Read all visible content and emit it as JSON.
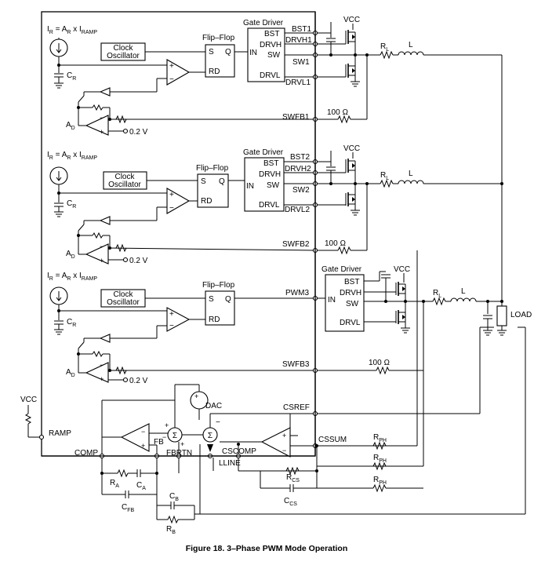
{
  "caption": "Figure 18. 3–Phase PWM Mode Operation",
  "ramp_current_label": "Iₑ = Aₑ x Iₑₑₑₑ",
  "ramp_label_parts": {
    "i": "I",
    "sub_r": "R",
    "eq": " = A",
    "sub_r2": "R",
    "x": " x I",
    "sub_ramp": "RAMP"
  },
  "cr_label": {
    "c": "C",
    "sub": "R"
  },
  "ad_label": {
    "a": "A",
    "sub": "D"
  },
  "clock_osc": [
    "Clock",
    "Oscillator"
  ],
  "flipflop": {
    "title": "Flip–Flop",
    "s": "S",
    "q": "Q",
    "rd": "RD"
  },
  "ref_voltage": "0.2 V",
  "gate_driver": {
    "title": "Gate Driver",
    "bst": "BST",
    "drvh": "DRVH",
    "sw": "SW",
    "drvl": "DRVL",
    "in": "IN"
  },
  "vcc": "VCC",
  "pins": {
    "bst1": "BST1",
    "drvh1": "DRVH1",
    "sw1": "SW1",
    "drvl1": "DRVL1",
    "swfb1": "SWFB1",
    "bst2": "BST2",
    "drvh2": "DRVH2",
    "sw2": "SW2",
    "drvl2": "DRVL2",
    "swfb2": "SWFB2",
    "pwm3": "PWM3",
    "swfb3": "SWFB3",
    "csref": "CSREF",
    "cssum": "CSSUM",
    "cscomp": "CSCOMP",
    "lline": "LLINE",
    "ramp": "RAMP",
    "comp": "COMP",
    "fb": "FB",
    "fbrtn": "FBRTN",
    "dac": "DAC"
  },
  "res_100": "100 Ω",
  "rl": {
    "r": "R",
    "sub": "L"
  },
  "inductor": "L",
  "load": "LOAD",
  "rph": {
    "r": "R",
    "sub": "PH"
  },
  "rcs": {
    "r": "R",
    "sub": "CS"
  },
  "ccs": {
    "c": "C",
    "sub": "CS"
  },
  "ra": {
    "r": "R",
    "sub": "A"
  },
  "ca": {
    "c": "C",
    "sub": "A"
  },
  "cfb": {
    "c": "C",
    "sub": "FB"
  },
  "cb": {
    "c": "C",
    "sub": "B"
  },
  "rb": {
    "r": "R",
    "sub": "B"
  },
  "sigma": "Σ",
  "plus": "+",
  "minus": "−"
}
